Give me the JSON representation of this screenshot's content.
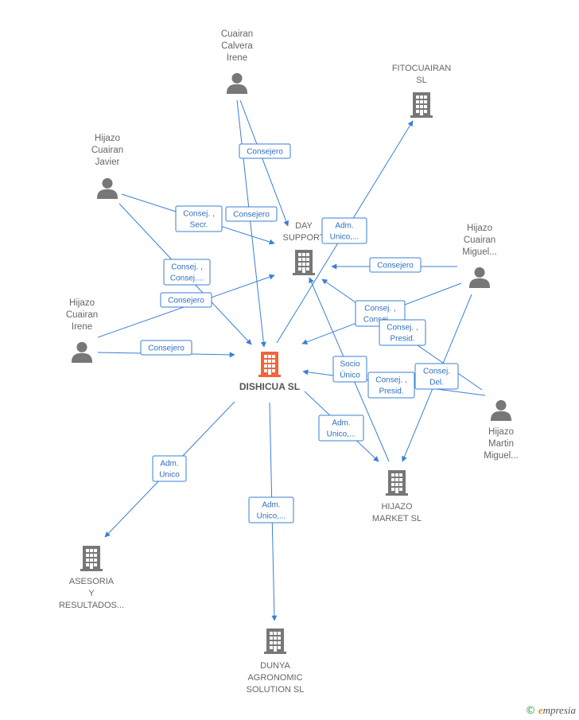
{
  "nodes": [
    {
      "id": "cuairan_calvera",
      "kind": "person",
      "label": [
        "Cuairan",
        "Calvera",
        "Irene"
      ]
    },
    {
      "id": "fitocuairan",
      "kind": "company",
      "label": [
        "FITOCUAIRAN",
        "SL"
      ]
    },
    {
      "id": "hijazo_javier",
      "kind": "person",
      "label": [
        "Hijazo",
        "Cuairan",
        "Javier"
      ]
    },
    {
      "id": "day_support",
      "kind": "company",
      "label": [
        "DAY",
        "SUPPORT"
      ]
    },
    {
      "id": "hijazo_miguel",
      "kind": "person",
      "label": [
        "Hijazo",
        "Cuairan",
        "Miguel..."
      ]
    },
    {
      "id": "hijazo_irene",
      "kind": "person",
      "label": [
        "Hijazo",
        "Cuairan",
        "Irene"
      ]
    },
    {
      "id": "dishicua",
      "kind": "main",
      "label": [
        "DISHICUA  SL"
      ]
    },
    {
      "id": "hijazo_martin",
      "kind": "person",
      "label": [
        "Hijazo",
        "Martin",
        "Miguel..."
      ]
    },
    {
      "id": "hijazo_market",
      "kind": "company",
      "label": [
        "HIJAZO",
        "MARKET  SL"
      ]
    },
    {
      "id": "asesoria",
      "kind": "company",
      "label": [
        "ASESORIA",
        "Y",
        "RESULTADOS..."
      ]
    },
    {
      "id": "dunya",
      "kind": "company",
      "label": [
        "DUNYA",
        "AGRONOMIC",
        "SOLUTION  SL"
      ]
    }
  ],
  "edges": [
    {
      "from": "cuairan_calvera",
      "to": "day_support",
      "label": [
        "Consejero"
      ]
    },
    {
      "from": "cuairan_calvera",
      "to": "dishicua",
      "label": [
        "Consejero"
      ]
    },
    {
      "from": "hijazo_javier",
      "to": "day_support",
      "label": [
        "Consej. ,",
        "Secr."
      ]
    },
    {
      "from": "hijazo_javier",
      "to": "dishicua",
      "label": [
        "Consej. ,",
        "Consej...."
      ]
    },
    {
      "from": "hijazo_irene",
      "to": "day_support",
      "label": [
        "Consejero"
      ]
    },
    {
      "from": "hijazo_irene",
      "to": "dishicua",
      "label": [
        "Consejero"
      ]
    },
    {
      "from": "dishicua",
      "to": "fitocuairan",
      "label": [
        "Adm.",
        "Unico,..."
      ]
    },
    {
      "from": "hijazo_miguel",
      "to": "day_support",
      "label": [
        "Consejero"
      ]
    },
    {
      "from": "hijazo_miguel",
      "to": "dishicua",
      "label": [
        "Consej. ,",
        "Consej...."
      ]
    },
    {
      "from": "hijazo_martin",
      "to": "day_support",
      "label": [
        "Consej. ,",
        "Presid."
      ]
    },
    {
      "from": "hijazo_martin",
      "to": "dishicua",
      "label": [
        "Consej. ,",
        "Presid."
      ]
    },
    {
      "from": "hijazo_miguel",
      "to": "hijazo_market",
      "label": [
        "Consej.",
        "Del."
      ]
    },
    {
      "from": "hijazo_market",
      "to": "day_support",
      "label": [
        "Socio",
        "Único"
      ]
    },
    {
      "from": "dishicua",
      "to": "hijazo_market",
      "label": [
        "Adm.",
        "Unico,..."
      ]
    },
    {
      "from": "dishicua",
      "to": "asesoria",
      "label": [
        "Adm.",
        "Unico"
      ]
    },
    {
      "from": "dishicua",
      "to": "dunya",
      "label": [
        "Adm.",
        "Unico,..."
      ]
    }
  ],
  "colors": {
    "edge": "#3a7fd5",
    "node": "#777777",
    "main": "#f0653a"
  },
  "brand": {
    "copyright": "©",
    "initial": "e",
    "rest": "mpresia"
  }
}
